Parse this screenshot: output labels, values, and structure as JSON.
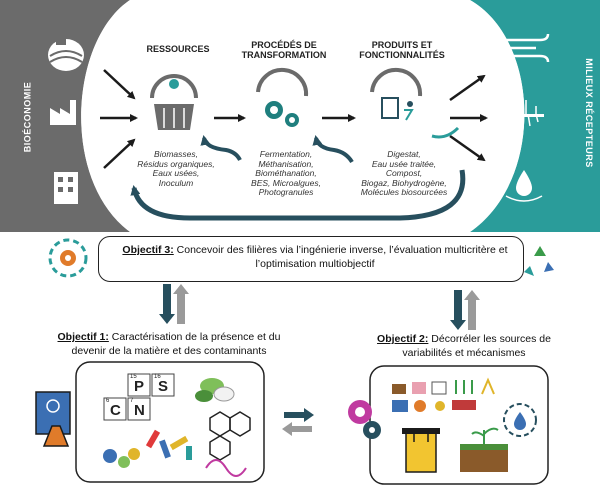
{
  "left_band": {
    "label": "BIOÉCONOMIE"
  },
  "right_band": {
    "label": "MILIEUX RÉCEPTEURS"
  },
  "columns": [
    {
      "title_line1": "RESSOURCES",
      "title_line2": "",
      "items": [
        "Biomasses,",
        "Résidus organiques,",
        "Eaux usées,",
        "Inoculum"
      ]
    },
    {
      "title_line1": "PROCÉDÉS DE",
      "title_line2": "TRANSFORMATION",
      "items": [
        "Fermentation,",
        "Méthanisation,",
        "Biométhanation,",
        "BES, Microalgues,",
        "Photogranules"
      ]
    },
    {
      "title_line1": "PRODUITS ET",
      "title_line2": "FONCTIONNALITÉS",
      "items": [
        "Digestat,",
        "Eau usée traitée,",
        "Compost,",
        "Biogaz, Biohydrogène,",
        "Molécules biosourcées"
      ]
    }
  ],
  "objective3": {
    "label": "Objectif 3:",
    "line1": " Concevoir des filières via l’ingénierie inverse, l’évaluation multicritère et",
    "line2": "l’optimisation multiobjectif"
  },
  "objective1": {
    "label": "Objectif 1:",
    "line1": " Caractérisation de la présence et du",
    "line2": "devenir de la matière et des contaminants"
  },
  "objective2": {
    "label": "Objectif 2:",
    "line1": " Décorréler les sources de",
    "line2": "variabilités et mécanismes"
  },
  "periodic": {
    "el1": "P",
    "el1_num": "15",
    "el2": "S",
    "el2_num": "16",
    "el3": "C",
    "el3_num": "6",
    "el4": "N",
    "el4_num": "7"
  },
  "colors": {
    "left_band": "#6b6b6b",
    "right_band": "#2a9c9a",
    "teal": "#1f7f7e",
    "dark_teal": "#274f5e",
    "arrow": "#1b1b1b",
    "up_arrow": "#9a9a9a"
  },
  "icons": [
    "tractor-field-icon",
    "factory-icon",
    "building-icon",
    "wind-icon",
    "soil-icon",
    "water-drop-icon",
    "gear-icon",
    "recycle-icon"
  ]
}
